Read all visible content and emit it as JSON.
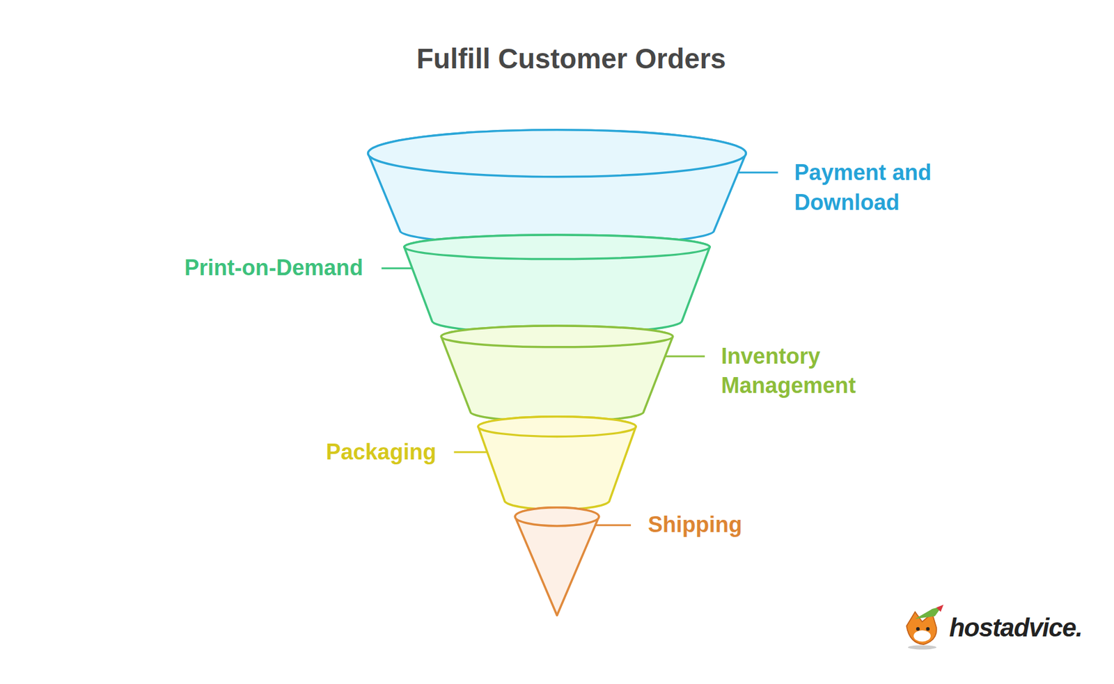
{
  "diagram": {
    "title": "Fulfill Customer Orders",
    "nodes": [
      {
        "text": [
          "Payment and Download"
        ]
      },
      {
        "text": [
          "Print-on-Demand"
        ]
      },
      {
        "text": [
          "Inventory Management"
        ]
      },
      {
        "text": [
          "Packaging"
        ]
      },
      {
        "text": [
          "Shipping"
        ]
      }
    ],
    "labels": [
      "hostadvice."
    ]
  }
}
